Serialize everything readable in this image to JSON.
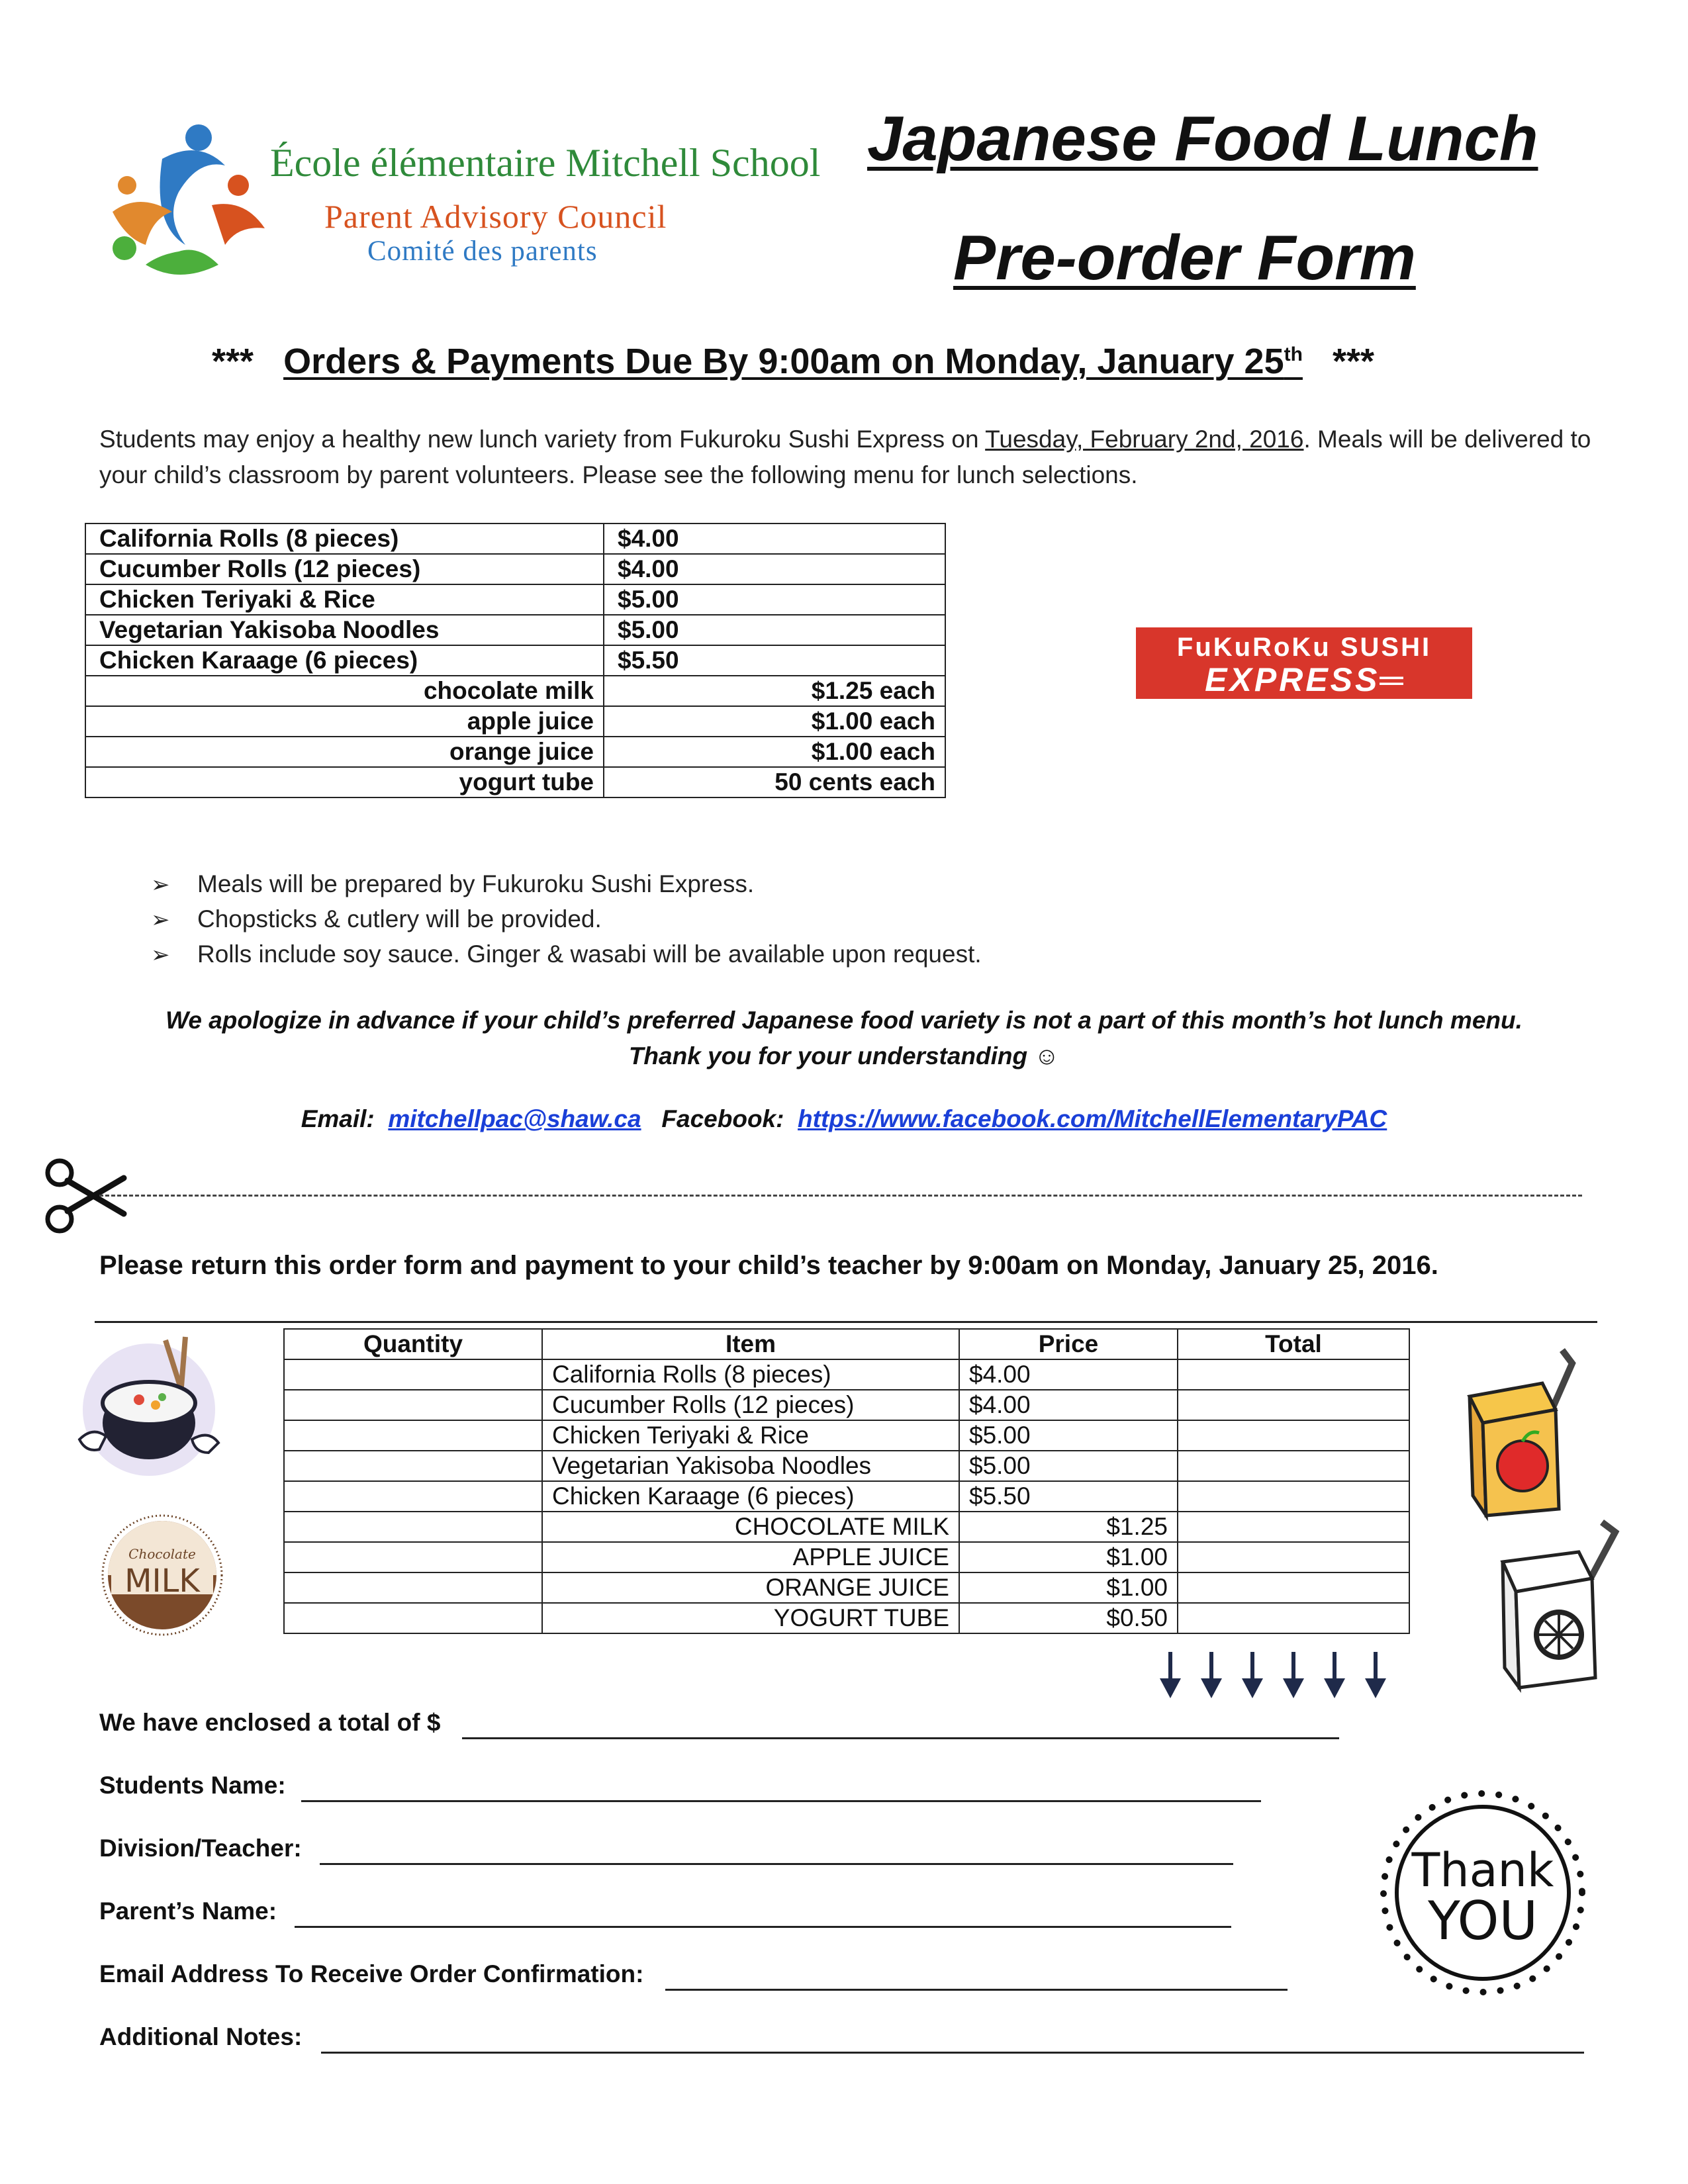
{
  "logo": {
    "line1": "École élémentaire Mitchell School",
    "line2": "Parent Advisory Council",
    "line3": "Comité des parents"
  },
  "header": {
    "title_line1": "Japanese Food Lunch",
    "title_line2": "Pre-order Form"
  },
  "due_notice": {
    "stars": "***",
    "text": "Orders & Payments Due By 9:00am on Monday, January 25",
    "superscript": "th"
  },
  "intro": {
    "part1": "Students may enjoy a healthy new lunch variety from Fukuroku Sushi Express on ",
    "date": "Tuesday, February 2nd, 2016",
    "part2": ".  Meals will be delivered to your child’s classroom by parent volunteers.  Please see the following menu for lunch selections."
  },
  "menu": {
    "meals": [
      {
        "item": "California Rolls (8 pieces)",
        "price": "$4.00"
      },
      {
        "item": "Cucumber Rolls (12 pieces)",
        "price": "$4.00"
      },
      {
        "item": "Chicken Teriyaki & Rice",
        "price": "$5.00"
      },
      {
        "item": "Vegetarian Yakisoba Noodles",
        "price": "$5.00"
      },
      {
        "item": "Chicken Karaage (6 pieces)",
        "price": "$5.50"
      }
    ],
    "drinks": [
      {
        "item": "chocolate milk",
        "price": "$1.25 each"
      },
      {
        "item": "apple juice",
        "price": "$1.00 each"
      },
      {
        "item": "orange juice",
        "price": "$1.00 each"
      },
      {
        "item": "yogurt tube",
        "price": "50 cents each"
      }
    ]
  },
  "badge": {
    "line1": "FuKuRoKu SUSHI",
    "line2": "EXPRESS"
  },
  "bullets": [
    "Meals will be prepared by Fukuroku Sushi Express.",
    "Chopsticks & cutlery will be provided.",
    "Rolls include soy sauce.  Ginger & wasabi will be available upon request."
  ],
  "apology": {
    "line1": "We apologize in advance if your child’s preferred Japanese food variety is not a part of this month’s hot lunch menu.",
    "line2": "Thank you for your understanding ☺"
  },
  "contact": {
    "email_label": "Email:",
    "email": "mitchellpac@shaw.ca",
    "facebook_label": "Facebook:",
    "facebook_url": "https://www.facebook.com/MitchellElementaryPAC"
  },
  "return_notice": "Please return this order form and payment to your child’s teacher by 9:00am on Monday, January 25, 2016.",
  "order_table": {
    "headers": [
      "Quantity",
      "Item",
      "Price",
      "Total"
    ],
    "meals": [
      {
        "item": "California Rolls (8 pieces)",
        "price": "$4.00"
      },
      {
        "item": "Cucumber Rolls (12 pieces)",
        "price": "$4.00"
      },
      {
        "item": "Chicken  Teriyaki & Rice",
        "price": "$5.00"
      },
      {
        "item": "Vegetarian Yakisoba Noodles",
        "price": "$5.00"
      },
      {
        "item": "Chicken Karaage (6 pieces)",
        "price": "$5.50"
      }
    ],
    "drinks": [
      {
        "item": "CHOCOLATE MILK",
        "price": "$1.25"
      },
      {
        "item": "APPLE JUICE",
        "price": "$1.00"
      },
      {
        "item": "ORANGE JUICE",
        "price": "$1.00"
      },
      {
        "item": "YOGURT TUBE",
        "price": "$0.50"
      }
    ]
  },
  "form_fields": {
    "total": "We have enclosed a total of $",
    "student": "Students Name:",
    "division": "Division/Teacher:",
    "parent": "Parent’s Name:",
    "email": "Email Address To Receive Order Confirmation:",
    "notes": "Additional Notes:"
  },
  "images": {
    "milk_label_small": "Chocolate",
    "milk_label": "MILK",
    "thank_line1": "Thank",
    "thank_line2": "YOU"
  },
  "colors": {
    "link": "#1a3fd8",
    "badge_red": "#d8362b",
    "arrow_navy": "#1f2a4a"
  },
  "icons": [
    "scissors-icon",
    "down-arrow-icon",
    "bullet-arrow-icon"
  ]
}
